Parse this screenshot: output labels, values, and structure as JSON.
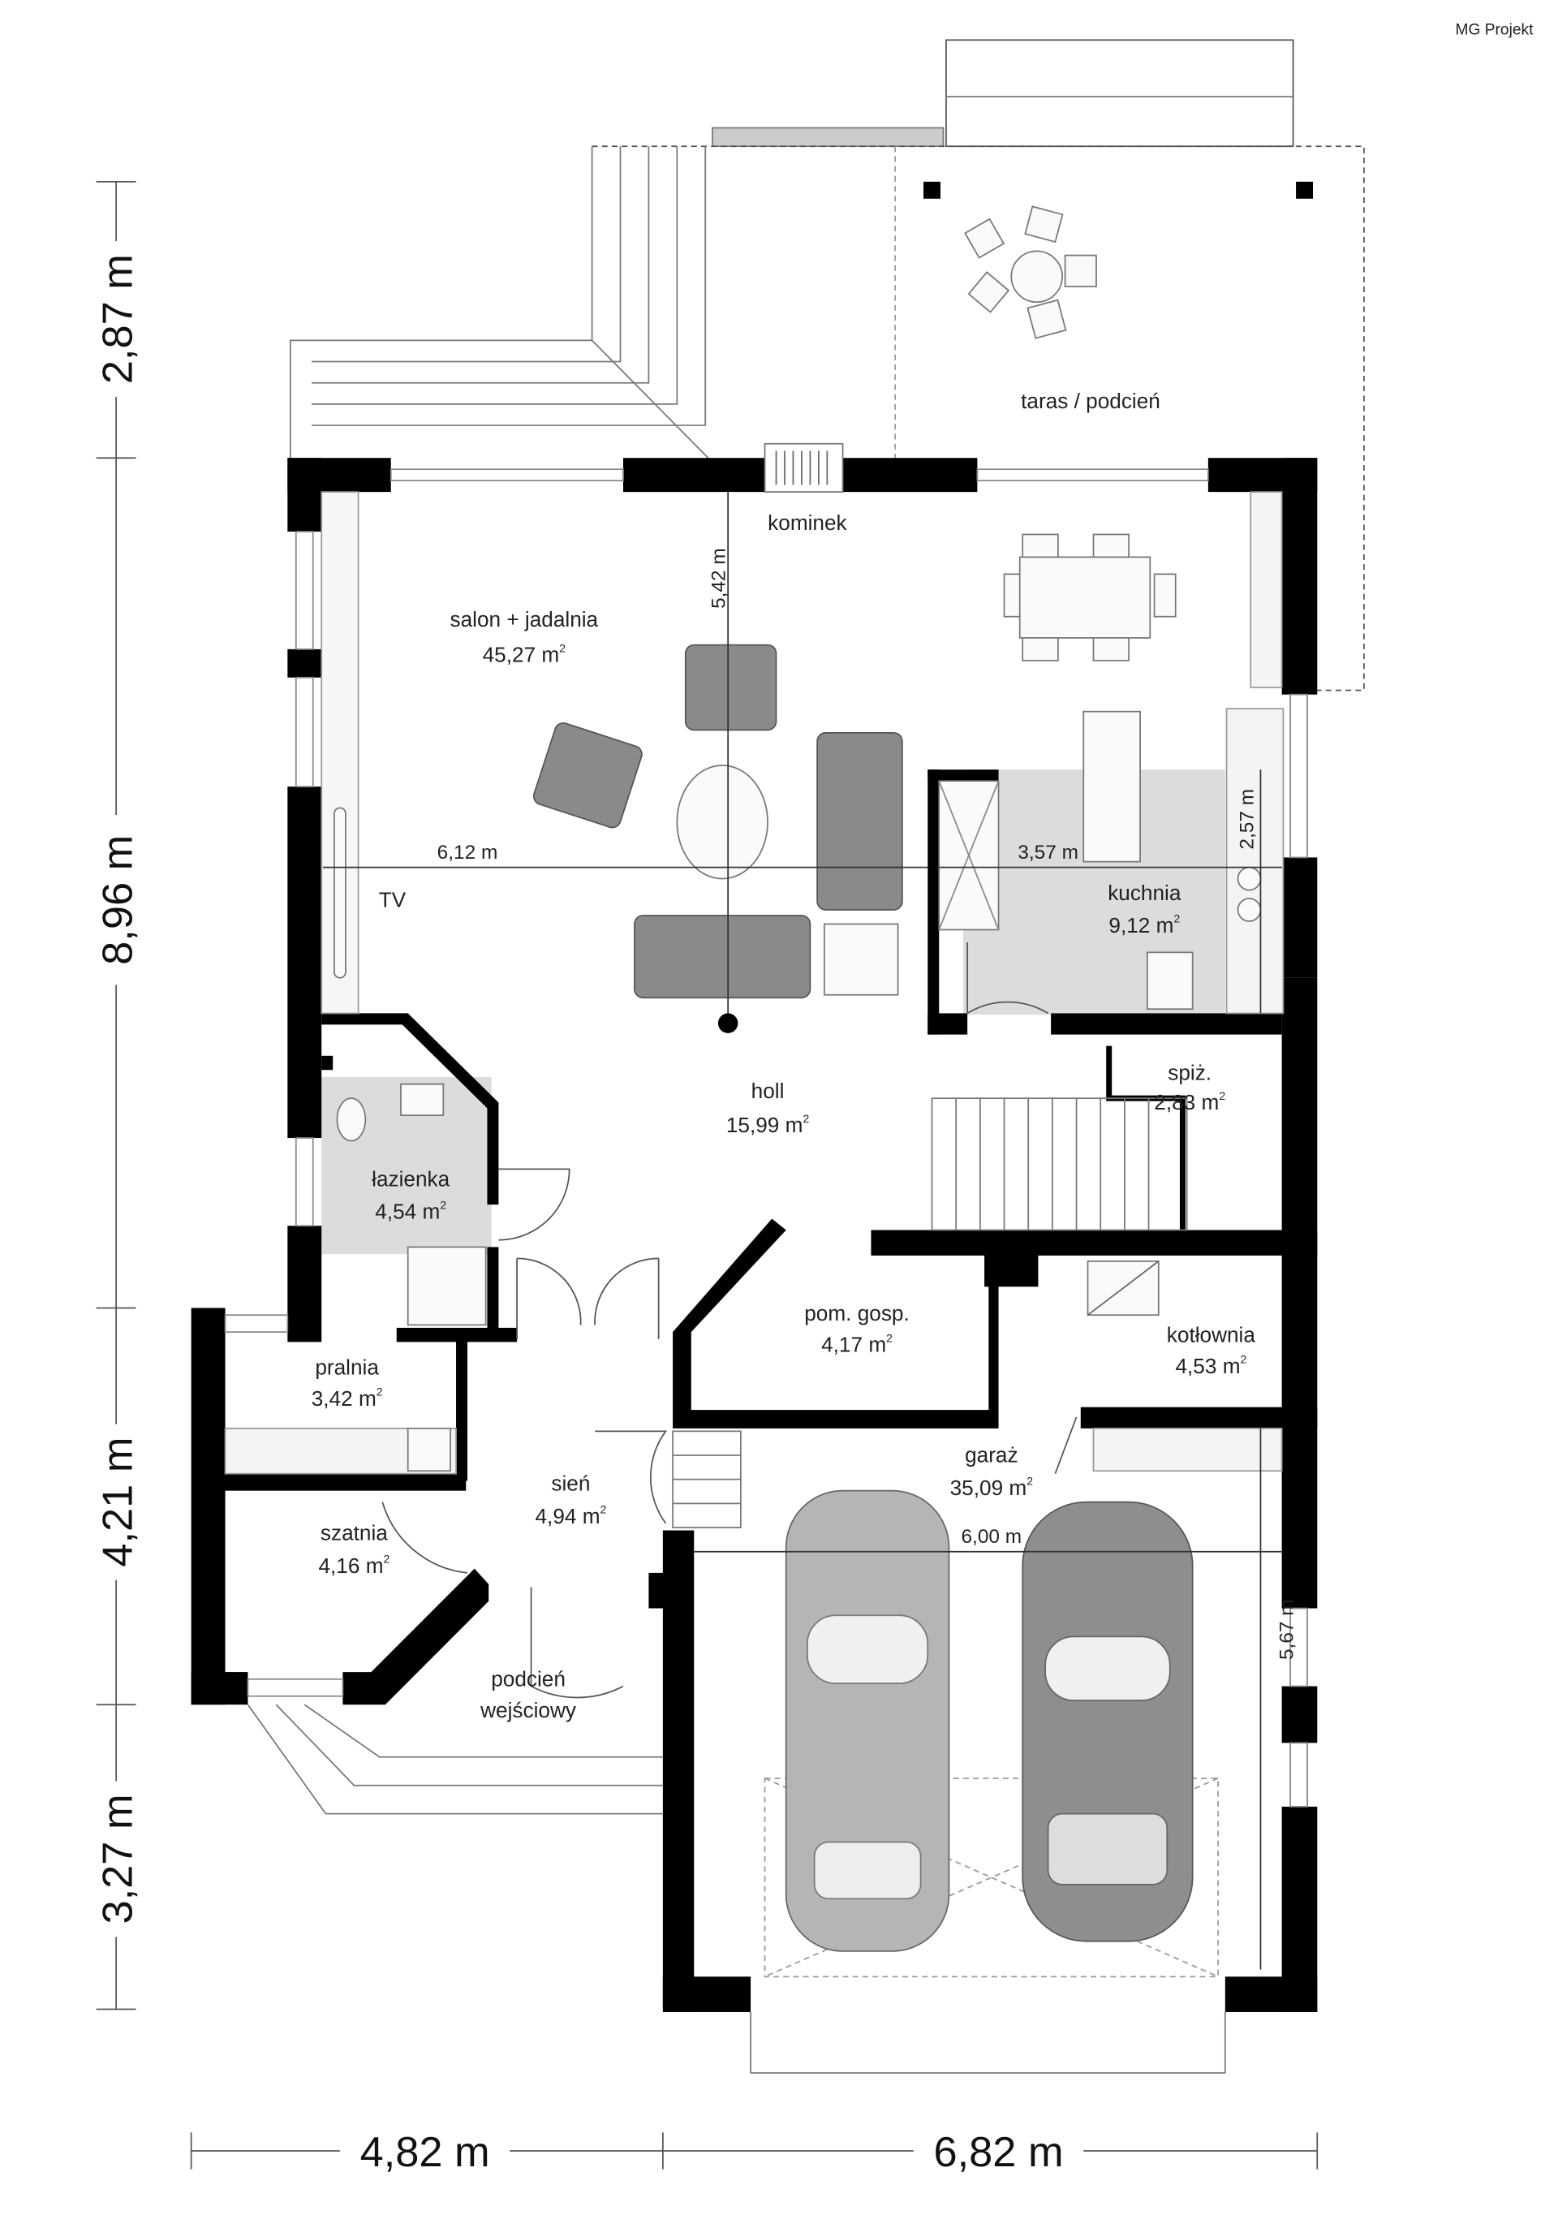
{
  "brand": "MG Projekt",
  "dimensions": {
    "left": [
      "2,87 m",
      "8,96 m",
      "4,21 m",
      "3,27 m"
    ],
    "bottom": [
      "4,82 m",
      "6,82 m"
    ],
    "inner": {
      "salon_depth": "5,42 m",
      "salon_width": "6,12 m",
      "kitchen_width": "3,57 m",
      "kitchen_depth": "2,57 m",
      "garage_width": "6,00 m",
      "garage_depth": "5,67 m"
    }
  },
  "labels": {
    "kominek": "kominek",
    "tv": "TV",
    "unit": "m",
    "sup": "2"
  },
  "rooms": {
    "taras": {
      "name": "taras / podcień"
    },
    "salon": {
      "name": "salon + jadalnia",
      "area": "45,27"
    },
    "kuchnia": {
      "name": "kuchnia",
      "area": "9,12"
    },
    "holl": {
      "name": "holl",
      "area": "15,99"
    },
    "spiz": {
      "name": "spiż.",
      "area": "2,83"
    },
    "lazienka": {
      "name": "łazienka",
      "area": "4,54"
    },
    "pom_gosp": {
      "name": "pom. gosp.",
      "area": "4,17"
    },
    "kotlownia": {
      "name": "kotłownia",
      "area": "4,53"
    },
    "pralnia": {
      "name": "pralnia",
      "area": "3,42"
    },
    "garaz": {
      "name": "garaż",
      "area": "35,09"
    },
    "sien": {
      "name": "sień",
      "area": "4,94"
    },
    "szatnia": {
      "name": "szatnia",
      "area": "4,16"
    },
    "podcien": {
      "name1": "podcień",
      "name2": "wejściowy"
    }
  }
}
